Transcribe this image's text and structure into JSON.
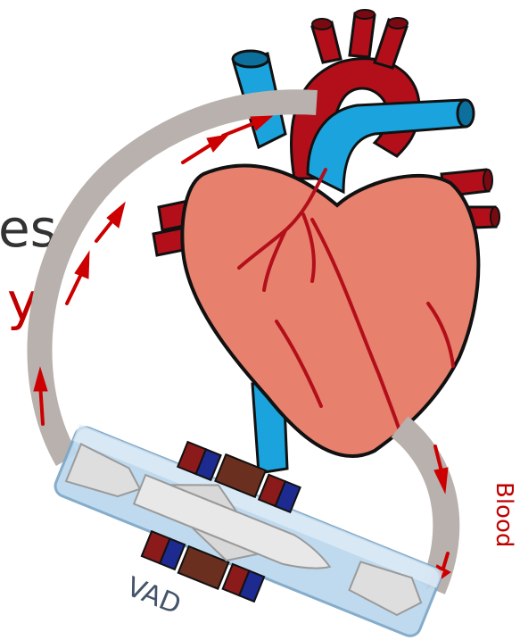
{
  "labels": {
    "partial_word_top": "es",
    "partial_word_bottom": "y",
    "device": "VAD",
    "flow": "Blood"
  },
  "colors": {
    "aorta_red": "#b30f1a",
    "vein_blue": "#1aa3dc",
    "heart_muscle": "#e7806d",
    "coronary": "#b30f1a",
    "tube_gray": "#b8b1ad",
    "flow_arrow": "#cc0000",
    "device_glass": "#bcd9ee",
    "magnet_red": "#8b1a1a",
    "magnet_blue": "#1d2a8f",
    "magnet_brown": "#6b2f1f"
  },
  "icons": [
    "heart-illustration",
    "vad-pump-illustration",
    "flow-arrow-icon"
  ]
}
